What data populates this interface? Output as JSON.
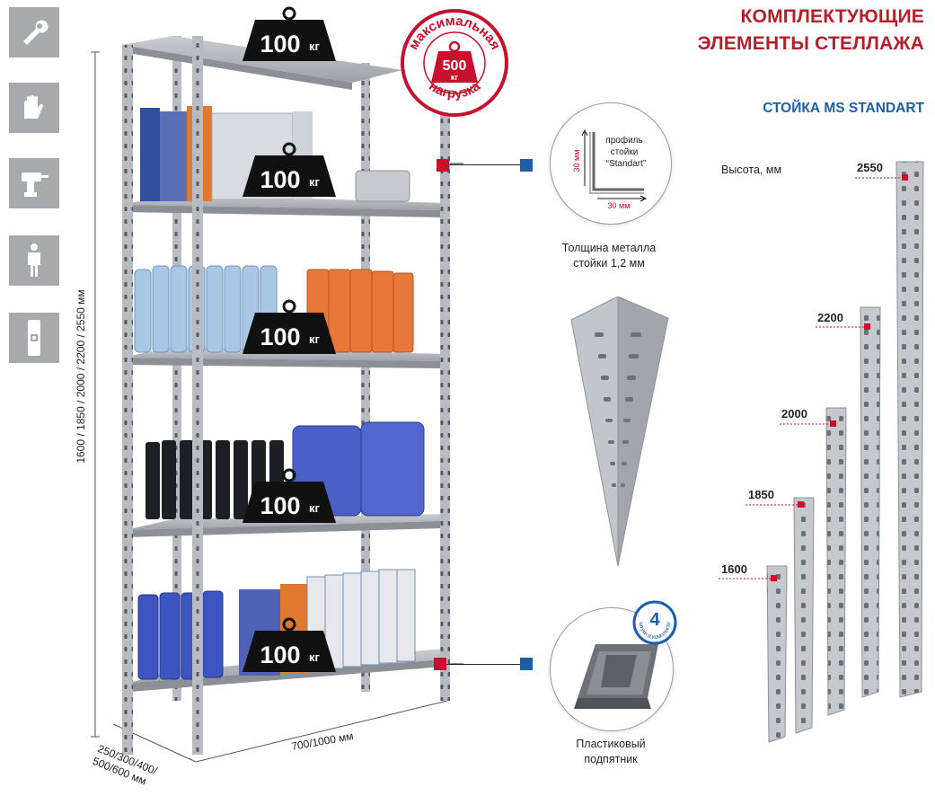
{
  "header": {
    "title_line1": "КОМПЛЕКТУЮЩИЕ",
    "title_line2": "ЭЛЕМЕНТЫ СТЕЛЛАЖА",
    "subtitle": "СТОЙКА MS STANDART"
  },
  "side_icons": [
    "wrench-icon",
    "gloves-icon",
    "drill-icon",
    "person-icon",
    "level-icon"
  ],
  "badge": {
    "arc_top": "максимальная",
    "arc_bottom": "нагрузка",
    "value": "500",
    "unit": "кг"
  },
  "shelf_weights": [
    {
      "value": "100",
      "unit": "кг"
    },
    {
      "value": "100",
      "unit": "кг"
    },
    {
      "value": "100",
      "unit": "кг"
    },
    {
      "value": "100",
      "unit": "кг"
    },
    {
      "value": "100",
      "unit": "кг"
    }
  ],
  "dimensions": {
    "height": "1600 / 1850 / 2000 / 2200 / 2550 мм",
    "width": "700/1000 мм",
    "depth_line1": "250/300/400/",
    "depth_line2": "500/600 мм"
  },
  "profile": {
    "label_line1": "профиль",
    "label_line2": "стойки",
    "label_line3": "“Standart”",
    "side_v": "30 мм",
    "side_h": "30 мм",
    "caption_line1": "Толщина металла",
    "caption_line2": "стойки 1,2 мм"
  },
  "foot": {
    "count": "4",
    "count_text": "штуки в комплекте",
    "caption_line1": "Пластиковый",
    "caption_line2": "подпятник"
  },
  "posts": {
    "height_label": "Высота, мм",
    "sizes": [
      "2550",
      "2200",
      "2000",
      "1850",
      "1600"
    ]
  },
  "colors": {
    "accent_red": "#b4202a",
    "accent_blue": "#1b5fab",
    "marker_red": "#c8102e",
    "weight_black": "#111111"
  }
}
